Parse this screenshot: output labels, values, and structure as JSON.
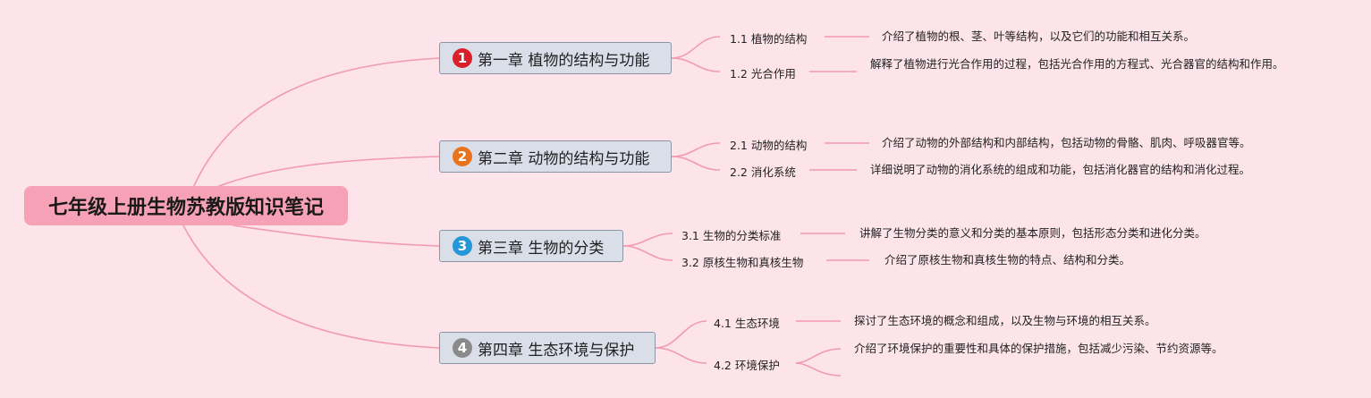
{
  "root": {
    "title": "七年级上册生物苏教版知识笔记"
  },
  "chapters": [
    {
      "number": "1",
      "badge_color": "#d8202a",
      "title": "第一章 植物的结构与功能",
      "sections": [
        {
          "label": "1.1 植物的结构",
          "description": "介绍了植物的根、茎、叶等结构，以及它们的功能和相互关系。"
        },
        {
          "label": "1.2 光合作用",
          "description": "解释了植物进行光合作用的过程，包括光合作用的方程式、光合器官的结构和作用。"
        }
      ]
    },
    {
      "number": "2",
      "badge_color": "#e8731c",
      "title": "第二章 动物的结构与功能",
      "sections": [
        {
          "label": "2.1 动物的结构",
          "description": "介绍了动物的外部结构和内部结构，包括动物的骨骼、肌肉、呼吸器官等。"
        },
        {
          "label": "2.2 消化系统",
          "description": "详细说明了动物的消化系统的组成和功能，包括消化器官的结构和消化过程。"
        }
      ]
    },
    {
      "number": "3",
      "badge_color": "#2596d6",
      "title": "第三章 生物的分类",
      "sections": [
        {
          "label": "3.1 生物的分类标准",
          "description": "讲解了生物分类的意义和分类的基本原则，包括形态分类和进化分类。"
        },
        {
          "label": "3.2 原核生物和真核生物",
          "description": "介绍了原核生物和真核生物的特点、结构和分类。"
        }
      ]
    },
    {
      "number": "4",
      "badge_color": "#8a8a8a",
      "title": "第四章 生态环境与保护",
      "sections": [
        {
          "label": "4.1 生态环境",
          "description": "探讨了生态环境的概念和组成，以及生物与环境的相互关系。"
        },
        {
          "label": "4.2 环境保护",
          "description": "介绍了环境保护的重要性和具体的保护措施，包括减少污染、节约资源等。"
        }
      ]
    }
  ],
  "colors": {
    "background": "#fde4ea",
    "root_fill": "#f6a1b6",
    "line": "#f19ab0",
    "chapter_fill": "#d9dee9"
  }
}
